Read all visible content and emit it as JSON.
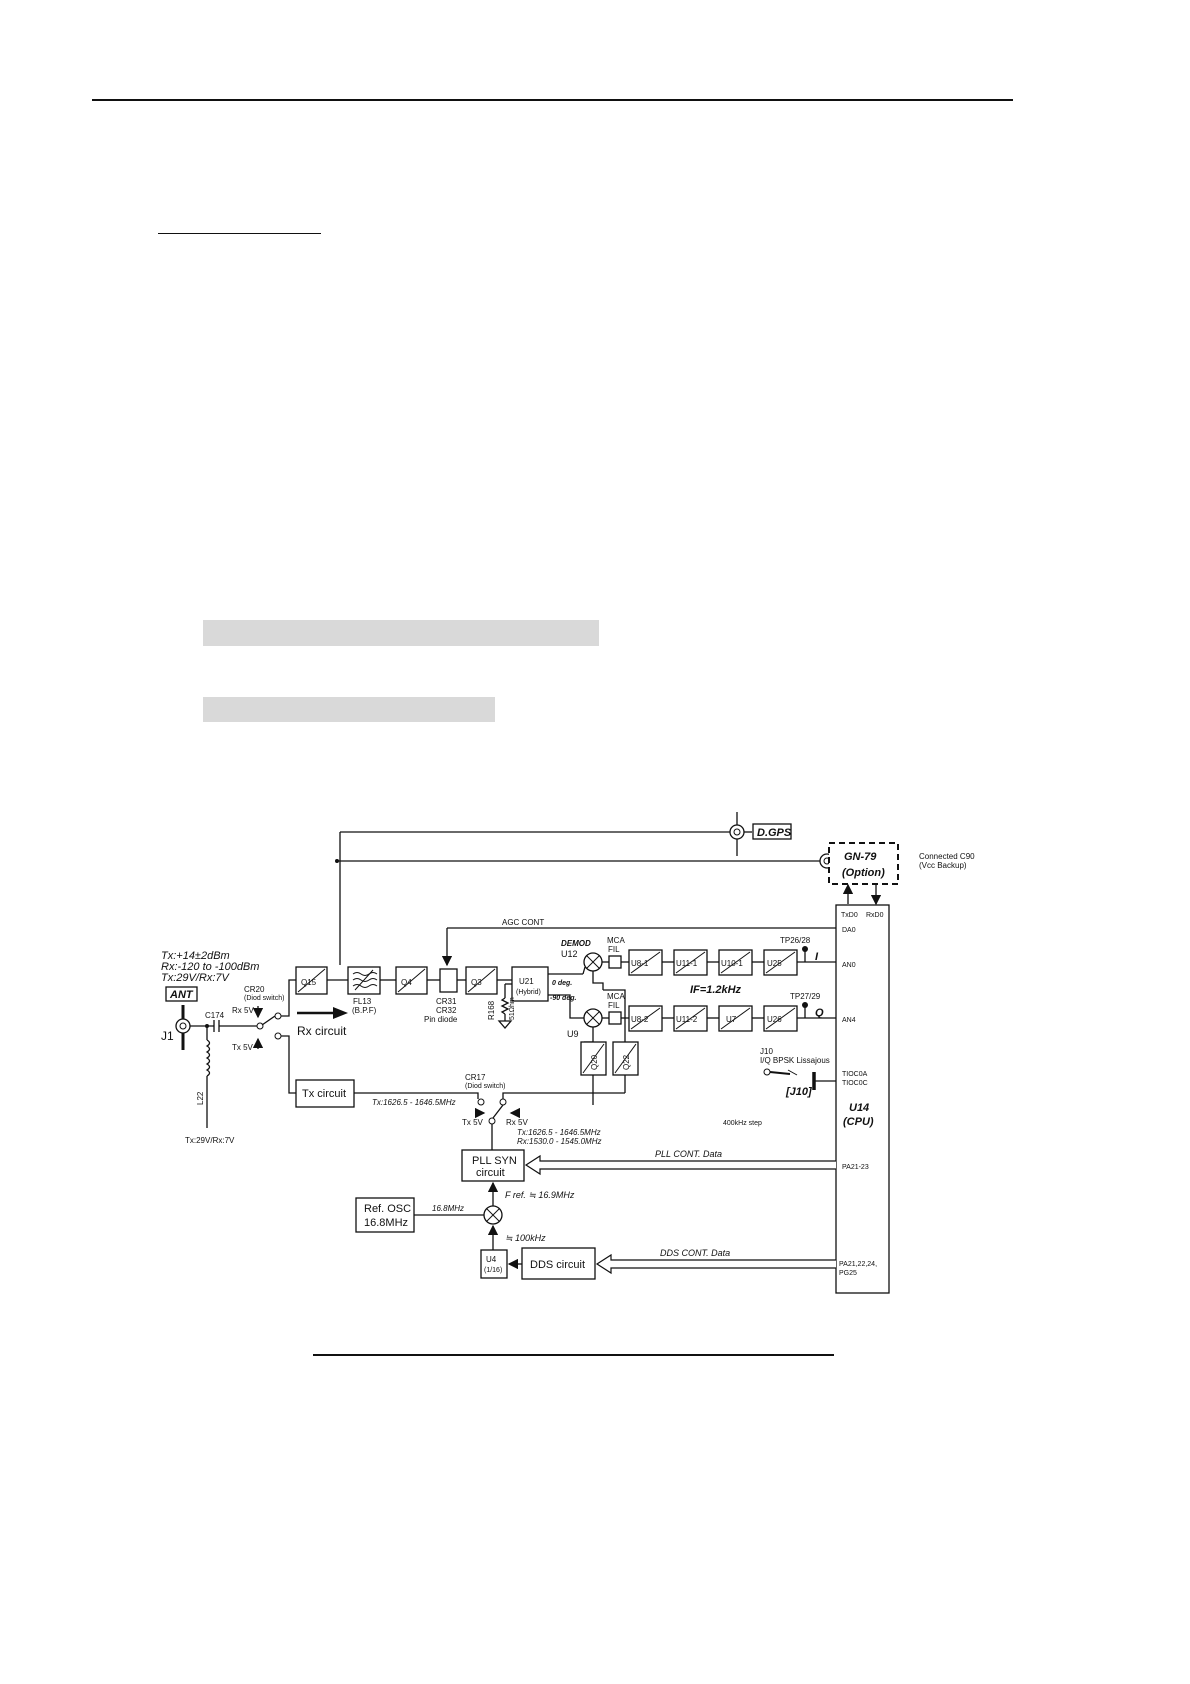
{
  "diagram": {
    "labels": {
      "dgps": "D.GPS",
      "gn79": "GN-79",
      "option": "(Option)",
      "connected_c90": "Connected C90",
      "vcc_backup": "(Vcc Backup)",
      "txd0": "TxD0",
      "rxd0": "RxD0",
      "da0": "DA0",
      "an0": "AN0",
      "an4": "AN4",
      "tioc0a": "TIOC0A",
      "tioc0c": "TIOC0C",
      "pa21_23": "PA21-23",
      "pa21_22_24": "PA21,22,24,",
      "pg25": "PG25",
      "u14": "U14",
      "cpu": "(CPU)",
      "agc_cont": "AGC CONT",
      "tx_power": "Tx:+14±2dBm",
      "rx_level": "Rx:-120 to -100dBm",
      "supply": "Tx:29V/Rx:7V",
      "ant": "ANT",
      "j1": "J1",
      "c174": "C174",
      "l22": "L22",
      "supply_bottom": "Tx:29V/Rx:7V",
      "cr20": "CR20",
      "diod_switch": "(Diod switch)",
      "rx5v": "Rx 5V",
      "tx5v": "Tx 5V",
      "q15": "Q15",
      "fl13": "FL13",
      "bpf": "(B.P.F)",
      "q4": "Q4",
      "cr31": "CR31",
      "cr32": "CR32",
      "pin_diode": "Pin diode",
      "q3": "Q3",
      "u21": "U21",
      "hybrid": "(Hybrid)",
      "r168": "R168",
      "r168_value": "51Ωhm",
      "rx_circuit": "Rx circuit",
      "deg0": "0 deg.",
      "deg90": "-90 deg.",
      "demod": "DEMOD",
      "u12": "U12",
      "u9": "U9",
      "mca": "MCA",
      "fil": "FIL",
      "u8_1": "U8-1",
      "u11_1": "U11-1",
      "u10_1": "U10-1",
      "u25": "U25",
      "tp26_28": "TP26/28",
      "i": "I",
      "if_freq": "IF=1.2kHz",
      "u8_2": "U8-2",
      "u11_2": "U11-2",
      "u7": "U7",
      "u26": "U26",
      "tp27_29": "TP27/29",
      "q": "Q",
      "q20": "Q20",
      "q22": "Q22",
      "j10": "J10",
      "iq_bpsk": "I/Q BPSK Lissajous",
      "j10_bracket": "[J10]",
      "tx_circuit": "Tx circuit",
      "cr17": "CR17",
      "tx_band": "Tx:1626.5 - 1646.5MHz",
      "tx_band2": "Tx:1626.5 - 1646.5MHz",
      "rx_band": "Rx:1530.0 - 1545.0MHz",
      "step": "400kHz step",
      "pll_syn": "PLL SYN",
      "circuit": "circuit",
      "pll_cont": "PLL CONT. Data",
      "ref_osc": "Ref. OSC",
      "ref_freq": "16.8MHz",
      "f16_8": "16.8MHz",
      "fref": "F ref. ≒ 16.9MHz",
      "f100k": "≒ 100kHz",
      "u4": "U4",
      "u4_div": "(1/16)",
      "dds_circuit": "DDS circuit",
      "dds_cont": "DDS CONT. Data"
    }
  }
}
